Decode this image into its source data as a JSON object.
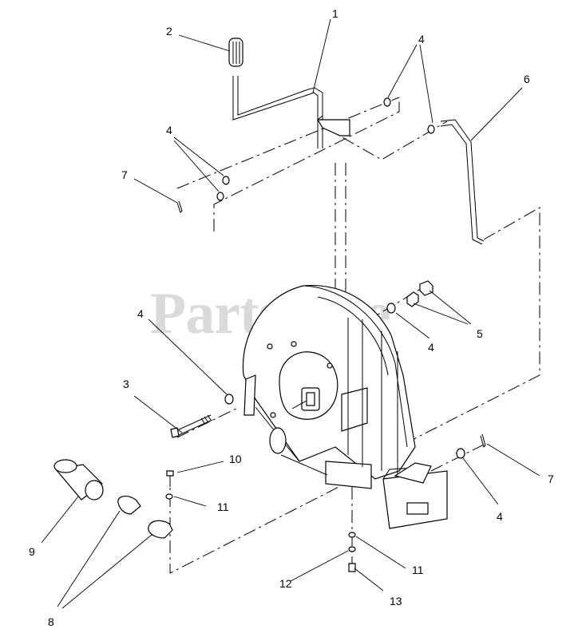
{
  "watermark": "PartsTree",
  "callouts": {
    "c1": "1",
    "c2": "2",
    "c3": "3",
    "c4a": "4",
    "c4b": "4",
    "c4c": "4",
    "c4d": "4",
    "c4e": "4",
    "c5": "5",
    "c6": "6",
    "c7a": "7",
    "c7b": "7",
    "c8": "8",
    "c9": "9",
    "c10": "10",
    "c11a": "11",
    "c11b": "11",
    "c12": "12",
    "c13": "13"
  }
}
